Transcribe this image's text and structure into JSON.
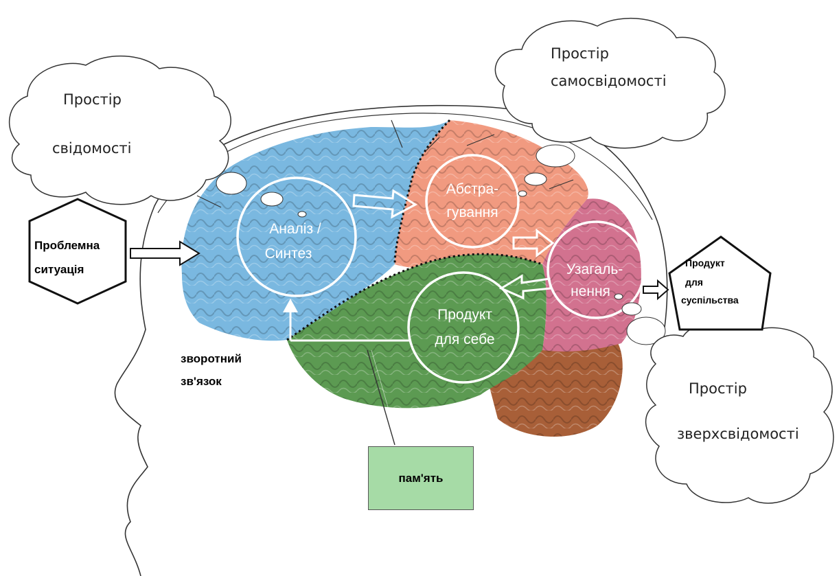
{
  "clouds": {
    "consciousness": [
      "Простір",
      "свідомості"
    ],
    "self_consciousness": [
      "Простір",
      "самосвідомості"
    ],
    "superconsciousness": [
      "Простір",
      "зверхсвідомості"
    ]
  },
  "problem_situation": [
    "Проблемна",
    "ситуація"
  ],
  "product_society": [
    "Продукт",
    "для",
    "суспільства"
  ],
  "feedback": [
    "зворотний",
    "зв'язок"
  ],
  "memory": "пам'ять",
  "circles": {
    "analysis": [
      "Аналіз /",
      "Синтез"
    ],
    "abstraction": [
      "Абстра-",
      "гування"
    ],
    "generalization": [
      "Узагаль-",
      "нення"
    ],
    "product_self": [
      "Продукт",
      "для себе"
    ]
  },
  "colors": {
    "frontal": "#7ab8e0",
    "parietal": "#f19a80",
    "occipital": "#d2728f",
    "temporal": "#5c9a52",
    "cerebellum": "#a85f38",
    "memory_box": "#a6dba6"
  }
}
